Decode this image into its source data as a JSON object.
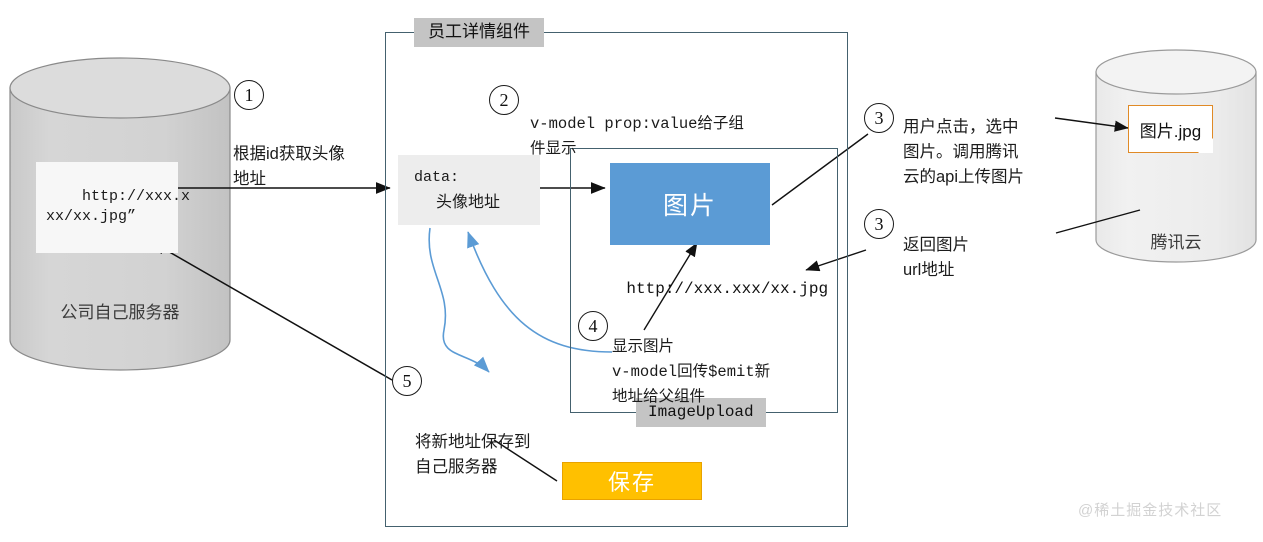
{
  "diagram": {
    "title_tag": "员工详情组件",
    "inner_tag": "ImageUpload",
    "watermark": "@稀土掘金技术社区"
  },
  "servers": {
    "left": {
      "label": "公司自己服务器",
      "url_value": "http://xxx.x\nxx/xx.jpg”"
    },
    "right": {
      "label": "腾讯云",
      "note_label": "图片.jpg"
    }
  },
  "component": {
    "data_box": {
      "key": "data:",
      "value": "头像地址"
    },
    "picture_placeholder": "图片",
    "picture_url": "http://xxx.xxx/xx.jpg",
    "save_button": "保存"
  },
  "steps": [
    {
      "id": "step-1",
      "number": "1",
      "text": "根据id获取头像\n地址",
      "mono": false
    },
    {
      "id": "step-2",
      "number": "2",
      "text": "v-model prop:value给子组\n件显示",
      "mono": true
    },
    {
      "id": "step-3a",
      "number": "3",
      "text": "用户点击，选中\n图片。调用腾讯\n云的api上传图片",
      "mono": false
    },
    {
      "id": "step-3b",
      "number": "3",
      "text": "返回图片\nurl地址",
      "mono": false
    },
    {
      "id": "step-4",
      "number": "4",
      "text": "显示图片\nv-model回传$emit新\n地址给父组件",
      "mono": true
    },
    {
      "id": "step-5",
      "number": "5",
      "text": "将新地址保存到\n自己服务器",
      "mono": false
    }
  ],
  "colors": {
    "frame_border": "#44616e",
    "tag_bg": "#c4c4c4",
    "cylinder_fill": "#d4d4d4",
    "cylinder_fill_light": "#ececec",
    "picture_blue": "#5b9bd5",
    "save_amber": "#ffc000",
    "note_orange": "#e08a26",
    "arrow_black": "#111111",
    "arrow_blue": "#5b9bd5"
  }
}
